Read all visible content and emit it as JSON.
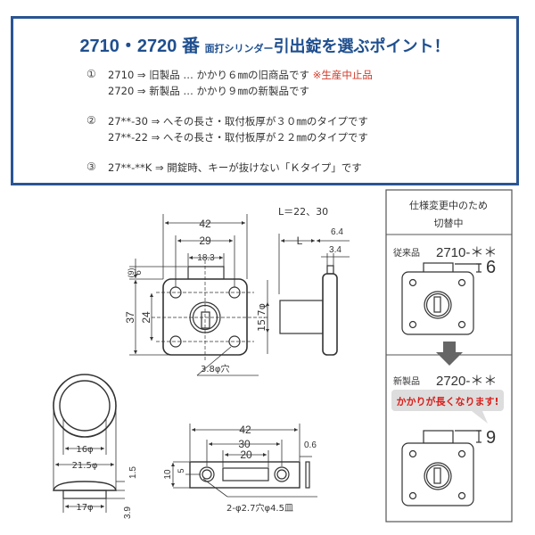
{
  "info": {
    "title_number": "2710・2720 番",
    "title_small": "面打シリンダー",
    "title_main": "引出錠を選ぶポイント！",
    "points": [
      {
        "marker": "①",
        "lines": [
          "2710 ⇒ 旧製品 … かかり６㎜の旧商品です",
          "2720 ⇒ 新製品 … かかり９㎜の新製品です"
        ],
        "note": "※生産中止品"
      },
      {
        "marker": "②",
        "lines": [
          "27**-30 ⇒ へその長さ・取付板厚が３０㎜のタイプです",
          "27**-22 ⇒ へその長さ・取付板厚が２２㎜のタイプです"
        ]
      },
      {
        "marker": "③",
        "lines": [
          "27**-**K ⇒ 開錠時、キーが抜けない「Ｋタイプ」です"
        ]
      }
    ],
    "title_color": "#1f4f8f",
    "note_color": "#d23a2a"
  },
  "drawing": {
    "front": {
      "width": "42",
      "hole_pitch": "29",
      "tab_width": "18.3",
      "tab_height_alt": "(9)",
      "tab_height": "6",
      "height": "37",
      "hole_pitch_v": "24",
      "cylinder_dia": "15.7φ",
      "hole_label": "3.8φ穴"
    },
    "side": {
      "l_values": "L＝22、30",
      "l_label": "L",
      "flange": "6.4",
      "flange_inner": "3.4"
    },
    "ring": {
      "inner": "16φ",
      "outer": "21.5φ",
      "cap_thickness": "1.5",
      "boss": "17φ",
      "boss_height": "3.9"
    },
    "strike": {
      "width": "42",
      "hole_pitch": "30",
      "slot": "20",
      "thickness": "0.6",
      "height": "10",
      "half": "5",
      "holes": "2-φ2.7穴φ4.5皿"
    }
  },
  "panel": {
    "header_lines": [
      "仕様変更中のため",
      "切替中"
    ],
    "old_label": "従来品",
    "old_model": "2710-＊＊",
    "old_depth": "6",
    "new_label": "新製品",
    "new_model": "2720-＊＊",
    "callout": "かかりが長くなります!",
    "new_depth": "9",
    "callout_color": "#d8201c"
  }
}
